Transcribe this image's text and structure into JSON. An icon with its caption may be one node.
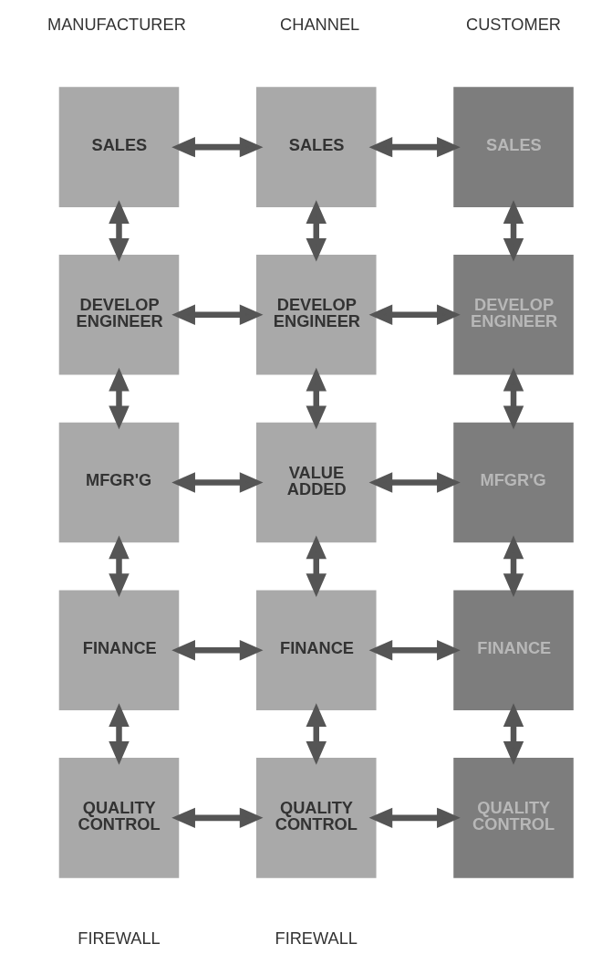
{
  "diagram": {
    "nodes": [
      {
        "text": [
          "SALES"
        ]
      },
      {
        "text": [
          "DEVELOP ENGINEER"
        ]
      },
      {
        "text": [
          "MFGR'G"
        ]
      },
      {
        "text": [
          "FINANCE"
        ]
      },
      {
        "text": [
          "QUALITY CONTROL"
        ]
      },
      {
        "text": [
          "SALES"
        ]
      },
      {
        "text": [
          "DEVELOP ENGINEER"
        ]
      },
      {
        "text": [
          "VALUE ADDED"
        ]
      },
      {
        "text": [
          "FINANCE"
        ]
      },
      {
        "text": [
          "QUALITY CONTROL"
        ]
      },
      {
        "text": [
          "SALES"
        ]
      },
      {
        "text": [
          "DEVELOP ENGINEER"
        ]
      },
      {
        "text": [
          "MFGR'G"
        ]
      },
      {
        "text": [
          "FINANCE"
        ]
      },
      {
        "text": [
          "QUALITY CONTROL"
        ]
      }
    ],
    "edges": [
      {
        "from": 0,
        "to": 5,
        "arrow": "both"
      },
      {
        "from": 5,
        "to": 10,
        "arrow": "both"
      },
      {
        "from": 0,
        "to": 1,
        "arrow": "both"
      },
      {
        "from": 5,
        "to": 6,
        "arrow": "both"
      },
      {
        "from": 10,
        "to": 11,
        "arrow": "both"
      },
      {
        "from": 1,
        "to": 6,
        "arrow": "both"
      },
      {
        "from": 6,
        "to": 11,
        "arrow": "both"
      },
      {
        "from": 1,
        "to": 2,
        "arrow": "both"
      },
      {
        "from": 6,
        "to": 7,
        "arrow": "both"
      },
      {
        "from": 11,
        "to": 12,
        "arrow": "both"
      },
      {
        "from": 2,
        "to": 7,
        "arrow": "both"
      },
      {
        "from": 7,
        "to": 12,
        "arrow": "both"
      },
      {
        "from": 2,
        "to": 3,
        "arrow": "both"
      },
      {
        "from": 7,
        "to": 8,
        "arrow": "both"
      },
      {
        "from": 12,
        "to": 13,
        "arrow": "both"
      },
      {
        "from": 3,
        "to": 8,
        "arrow": "both"
      },
      {
        "from": 8,
        "to": 13,
        "arrow": "both"
      },
      {
        "from": 3,
        "to": 4,
        "arrow": "both"
      },
      {
        "from": 8,
        "to": 9,
        "arrow": "both"
      },
      {
        "from": 13,
        "to": 14,
        "arrow": "both"
      },
      {
        "from": 4,
        "to": 9,
        "arrow": "both"
      },
      {
        "from": 9,
        "to": 14,
        "arrow": "both"
      }
    ],
    "labels": [
      "MANUFACTURER",
      "CHANNEL",
      "CUSTOMER",
      "FIREWALL",
      "FIREWALL"
    ]
  }
}
